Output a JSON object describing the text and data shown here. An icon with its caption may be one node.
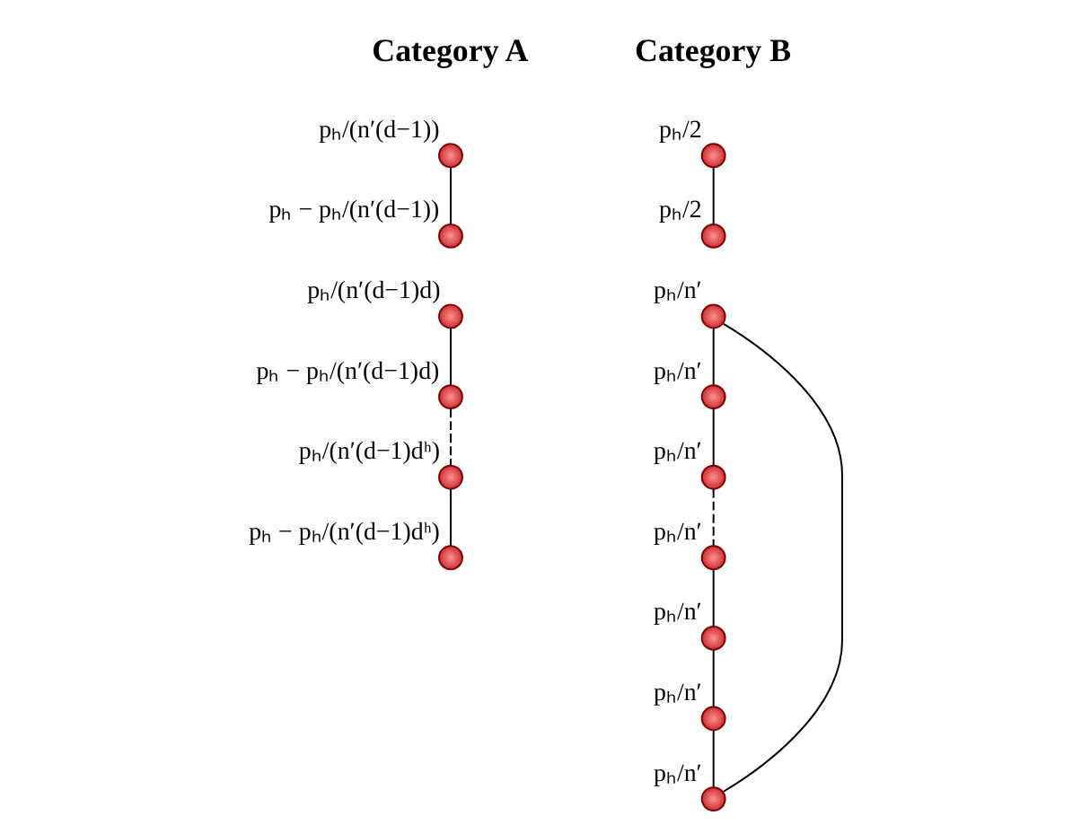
{
  "diagram": {
    "nodes": [
      {
        "text": [],
        "shape": "circle",
        "beside": [
          "pₕ/(n′(d−1))"
        ]
      },
      {
        "text": [],
        "shape": "circle",
        "beside": [
          "pₕ − pₕ/(n′(d−1))"
        ]
      },
      {
        "text": [],
        "shape": "circle",
        "beside": [
          "pₕ/(n′(d−1)d)"
        ]
      },
      {
        "text": [],
        "shape": "circle",
        "beside": [
          "pₕ − pₕ/(n′(d−1)d)"
        ]
      },
      {
        "text": [],
        "shape": "circle",
        "beside": [
          "pₕ/(n′(d−1)dʰ)"
        ]
      },
      {
        "text": [],
        "shape": "circle",
        "beside": [
          "pₕ − pₕ/(n′(d−1)dʰ)"
        ]
      },
      {
        "text": [],
        "shape": "circle",
        "beside": [
          "pₕ/2"
        ]
      },
      {
        "text": [],
        "shape": "circle",
        "beside": [
          "pₕ/2"
        ]
      },
      {
        "text": [],
        "shape": "circle",
        "beside": [
          "pₕ/n′"
        ]
      },
      {
        "text": [],
        "shape": "circle",
        "beside": [
          "pₕ/n′"
        ]
      },
      {
        "text": [],
        "shape": "circle",
        "beside": [
          "pₕ/n′"
        ]
      },
      {
        "text": [],
        "shape": "circle",
        "beside": [
          "pₕ/n′"
        ]
      },
      {
        "text": [],
        "shape": "circle",
        "beside": [
          "pₕ/n′"
        ]
      },
      {
        "text": [],
        "shape": "circle",
        "beside": [
          "pₕ/n′"
        ]
      },
      {
        "text": [],
        "shape": "circle",
        "beside": [
          "pₕ/n′"
        ]
      }
    ],
    "edges": [
      {
        "from": 0,
        "to": 1,
        "arrow": "none"
      },
      {
        "from": 2,
        "to": 3,
        "arrow": "none"
      },
      {
        "from": 3,
        "to": 4,
        "arrow": "none",
        "style": "dashed"
      },
      {
        "from": 4,
        "to": 5,
        "arrow": "none"
      },
      {
        "from": 6,
        "to": 7,
        "arrow": "none"
      },
      {
        "from": 8,
        "to": 9,
        "arrow": "none"
      },
      {
        "from": 9,
        "to": 10,
        "arrow": "none"
      },
      {
        "from": 10,
        "to": 11,
        "arrow": "none",
        "style": "dashed"
      },
      {
        "from": 11,
        "to": 12,
        "arrow": "none"
      },
      {
        "from": 12,
        "to": 13,
        "arrow": "none"
      },
      {
        "from": 13,
        "to": 14,
        "arrow": "none"
      },
      {
        "from": 14,
        "to": 8,
        "arrow": "none"
      }
    ],
    "labels": [
      "Category A",
      "Category B"
    ]
  }
}
